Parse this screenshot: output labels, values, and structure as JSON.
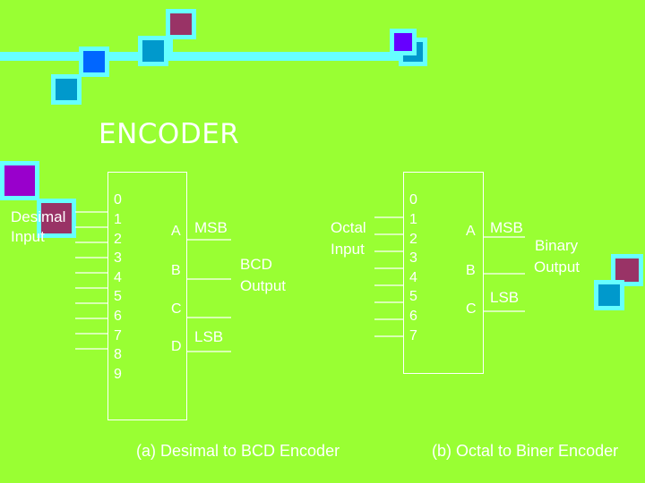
{
  "title": "ENCODER",
  "left": {
    "input_label": [
      "Desimal",
      "Input"
    ],
    "inputs": [
      "0",
      "1",
      "2",
      "3",
      "4",
      "5",
      "6",
      "7",
      "8",
      "9"
    ],
    "outputs": [
      "A",
      "B",
      "C",
      "D"
    ],
    "msb": "MSB",
    "lsb": "LSB",
    "output_label": [
      "BCD",
      "Output"
    ],
    "caption": "(a) Desimal to BCD Encoder"
  },
  "right": {
    "input_label": [
      "Octal",
      "Input"
    ],
    "inputs": [
      "0",
      "1",
      "2",
      "3",
      "4",
      "5",
      "6",
      "7"
    ],
    "outputs": [
      "A",
      "B",
      "C"
    ],
    "msb": "MSB",
    "lsb": "LSB",
    "output_label": [
      "Binary",
      "Output"
    ],
    "caption": "(b) Octal to Biner Encoder"
  },
  "colors": {
    "background": "#99ff33",
    "line": "#ffffff",
    "bar": "#66ffff",
    "square_blue": "#0099cc",
    "square_maroon": "#993366",
    "square_purple": "#6600ff",
    "square_purple_dark": "#9900cc"
  }
}
